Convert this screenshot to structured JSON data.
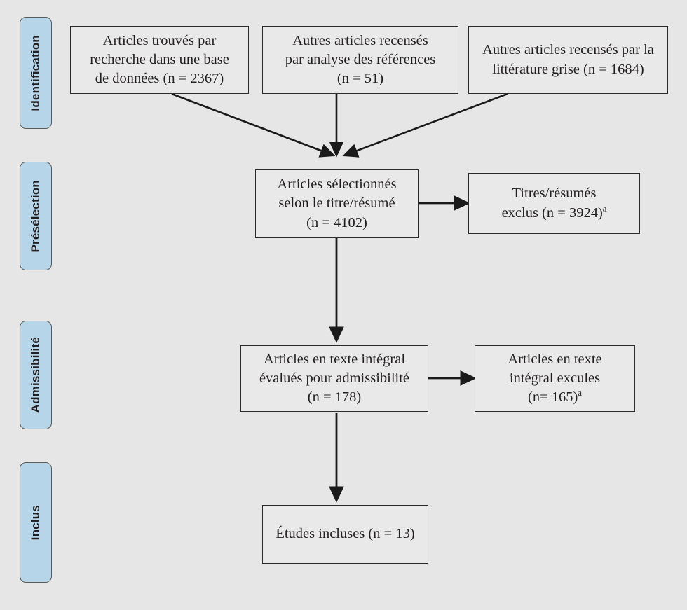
{
  "figure": {
    "type": "prisma-flow-diagram",
    "language": "fr",
    "background_color": "#e6e6e6",
    "box_fill_color": "#e9e9e9",
    "box_border_color": "#2b2b2b",
    "stage_tab_fill_color": "#b7d5e8",
    "stage_tab_border_color": "#5a5a5a",
    "arrow_color": "#1a1a1a"
  },
  "stages": [
    {
      "id": "identification",
      "label": "Identification"
    },
    {
      "id": "preselection",
      "label": "Présélection"
    },
    {
      "id": "admissibilite",
      "label": "Admissibilité"
    },
    {
      "id": "inclus",
      "label": "Inclus"
    }
  ],
  "boxes": {
    "database_records": {
      "lines": [
        "Articles trouvés par",
        "recherche dans une base",
        "de données (n = 2367)"
      ],
      "n": 2367
    },
    "reference_records": {
      "lines": [
        "Autres articles recensés",
        "par analyse des références",
        "(n = 51)"
      ],
      "n": 51
    },
    "grey_literature_records": {
      "lines": [
        "Autres articles recensés par la",
        "littérature grise (n = 1684)"
      ],
      "n": 1684
    },
    "screened_records": {
      "lines": [
        "Articles sélectionnés",
        "selon le titre/résumé",
        "(n = 4102)"
      ],
      "n": 4102
    },
    "excluded_titles": {
      "lines": [
        "Titres/résumés",
        "exclus (n = 3924)"
      ],
      "footnote": "a",
      "n": 3924
    },
    "fulltext_assessed": {
      "lines": [
        "Articles en texte intégral",
        "évalués pour admissibilité",
        "(n = 178)"
      ],
      "n": 178
    },
    "fulltext_excluded": {
      "lines": [
        "Articles en texte",
        "intégral excules",
        "(n= 165)"
      ],
      "footnote": "a",
      "n": 165
    },
    "included_studies": {
      "lines": [
        "Études incluses (n = 13)"
      ],
      "n": 13
    }
  },
  "chart_data": {
    "type": "diagram",
    "title": "",
    "nodes": [
      {
        "id": "database_records",
        "stage": "Identification",
        "label": "Articles trouvés par recherche dans une base de données (n = 2367)",
        "value": 2367
      },
      {
        "id": "reference_records",
        "stage": "Identification",
        "label": "Autres articles recensés par analyse des références (n = 51)",
        "value": 51
      },
      {
        "id": "grey_literature_records",
        "stage": "Identification",
        "label": "Autres articles recensés par la littérature grise (n = 1684)",
        "value": 1684
      },
      {
        "id": "screened_records",
        "stage": "Présélection",
        "label": "Articles sélectionnés selon le titre/résumé (n = 4102)",
        "value": 4102
      },
      {
        "id": "excluded_titles",
        "stage": "Présélection",
        "label": "Titres/résumés exclus (n = 3924)a",
        "value": 3924
      },
      {
        "id": "fulltext_assessed",
        "stage": "Admissibilité",
        "label": "Articles en texte intégral évalués pour admissibilité (n = 178)",
        "value": 178
      },
      {
        "id": "fulltext_excluded",
        "stage": "Admissibilité",
        "label": "Articles en texte intégral excules (n= 165)a",
        "value": 165
      },
      {
        "id": "included_studies",
        "stage": "Inclus",
        "label": "Études incluses (n = 13)",
        "value": 13
      }
    ],
    "edges": [
      {
        "from": "database_records",
        "to": "screened_records"
      },
      {
        "from": "reference_records",
        "to": "screened_records"
      },
      {
        "from": "grey_literature_records",
        "to": "screened_records"
      },
      {
        "from": "screened_records",
        "to": "excluded_titles"
      },
      {
        "from": "screened_records",
        "to": "fulltext_assessed"
      },
      {
        "from": "fulltext_assessed",
        "to": "fulltext_excluded"
      },
      {
        "from": "fulltext_assessed",
        "to": "included_studies"
      }
    ]
  }
}
